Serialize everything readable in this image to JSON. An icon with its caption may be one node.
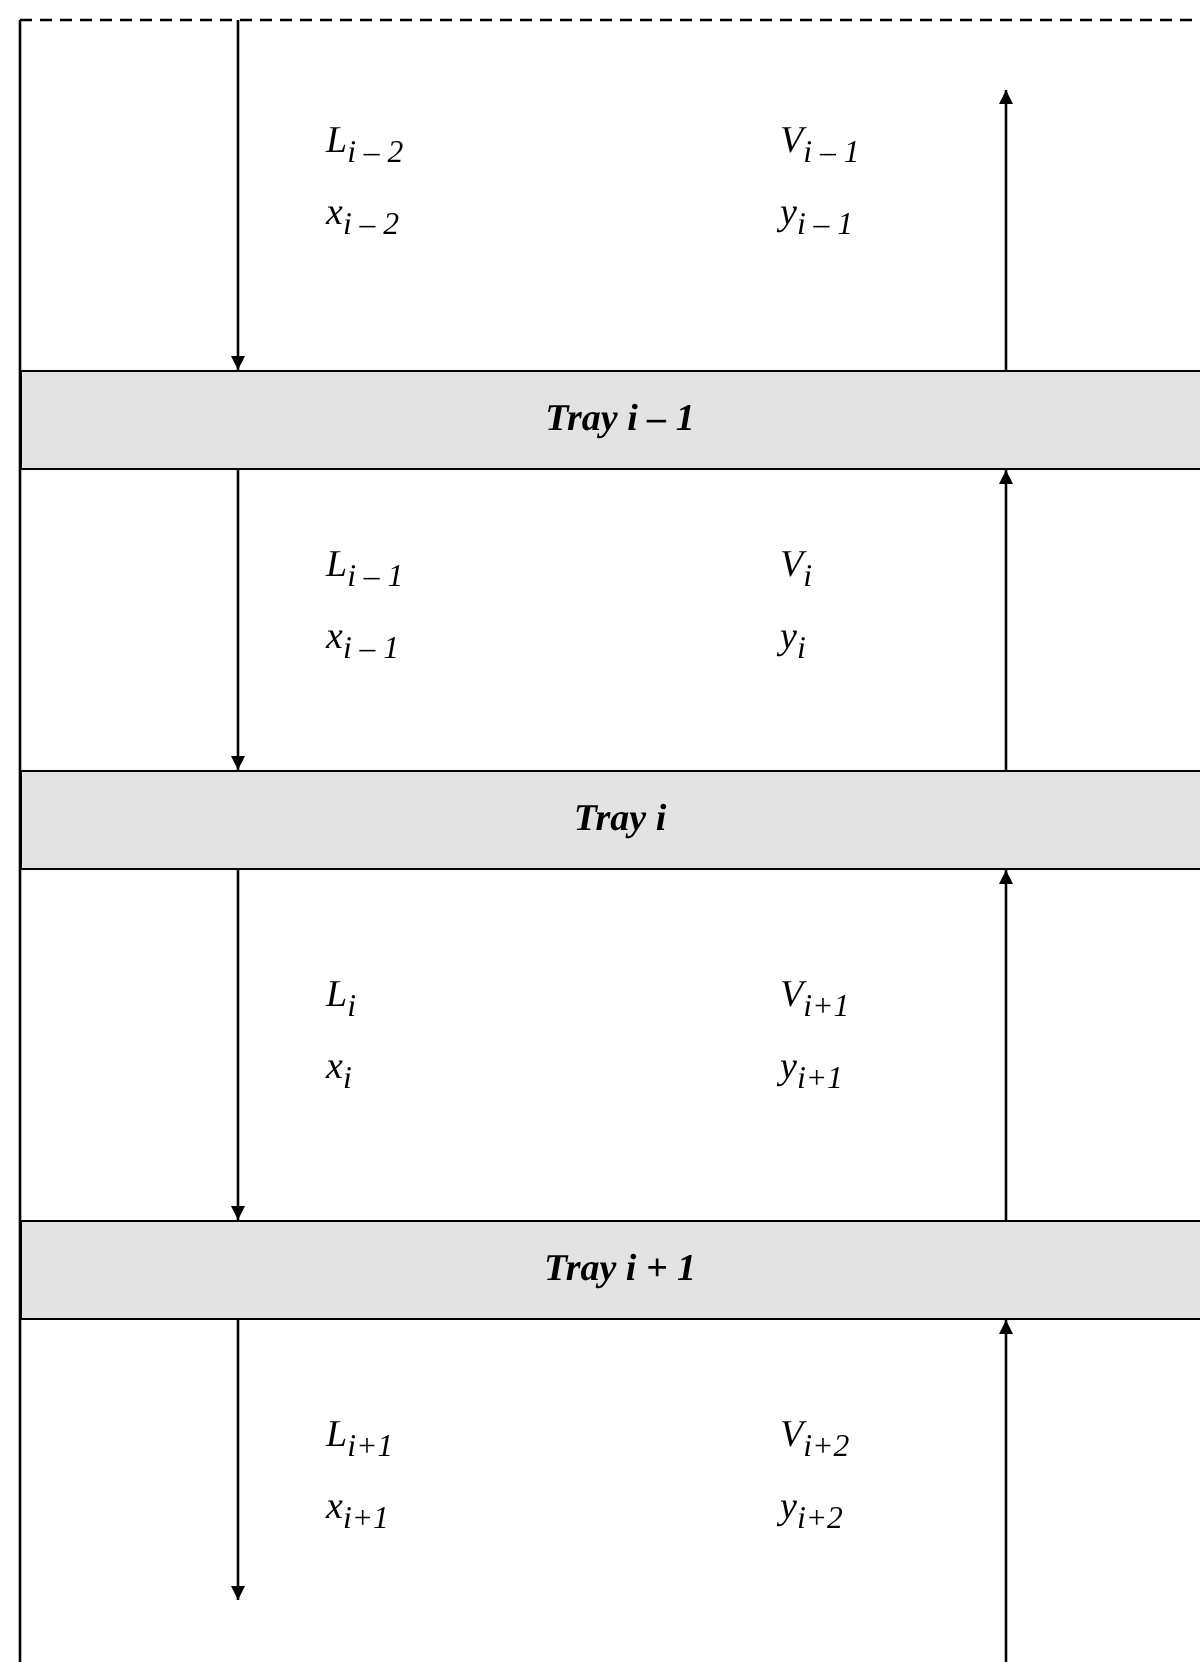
{
  "diagram": {
    "nodes": [
      {
        "text": [
          "Tray i – 1"
        ]
      },
      {
        "text": [
          "Tray i"
        ]
      },
      {
        "text": [
          "Tray i + 1"
        ]
      }
    ],
    "edges": [
      {
        "from": null,
        "to": 0,
        "arrow": "to"
      },
      {
        "from": 0,
        "to": null,
        "arrow": "to"
      },
      {
        "from": 0,
        "to": 1,
        "arrow": "to"
      },
      {
        "from": 1,
        "to": 0,
        "arrow": "to"
      },
      {
        "from": 1,
        "to": 2,
        "arrow": "to"
      },
      {
        "from": 2,
        "to": 1,
        "arrow": "to"
      },
      {
        "from": 2,
        "to": null,
        "arrow": "to"
      },
      {
        "from": null,
        "to": 2,
        "arrow": "to"
      }
    ],
    "labels": [
      "L$_{i – 2}$",
      "V$_{i – 1}$",
      "x$_{i – 2}$",
      "y$_{i – 1}$",
      "L$_{i – 1}$",
      "V$_{i}$",
      "x$_{i – 1}$",
      "y$_{i}$",
      "L$_{i}$",
      "V$_{i+1}$",
      "x$_{i}$",
      "y$_{i+1}$",
      "L$_{i+1}$",
      "V$_{i+2}$",
      "x$_{i+1}$",
      "y$_{i+2}$"
    ]
  }
}
